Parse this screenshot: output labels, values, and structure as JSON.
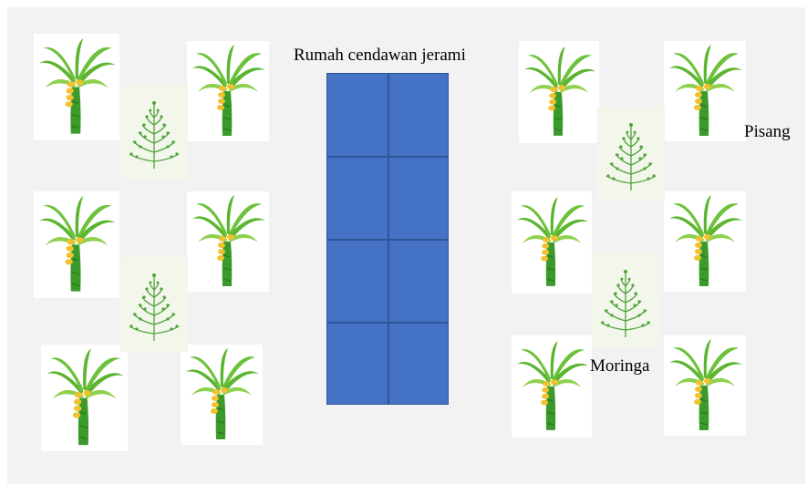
{
  "labels": {
    "house": "Rumah cendawan jerami",
    "banana": "Pisang",
    "moringa": "Moringa"
  },
  "colors": {
    "background": "#f2f2f2",
    "house_fill": "#4472c4",
    "house_border": "#2f5597",
    "leaf_green": "#5cb531",
    "leaf_light": "#8ed14e",
    "trunk_green": "#3a9a2a",
    "banana_yellow": "#f2c12e",
    "moringa_green": "#4fa33a"
  },
  "icons": {
    "banana_tree": "banana-tree-icon",
    "moringa_tree": "moringa-tree-icon"
  }
}
